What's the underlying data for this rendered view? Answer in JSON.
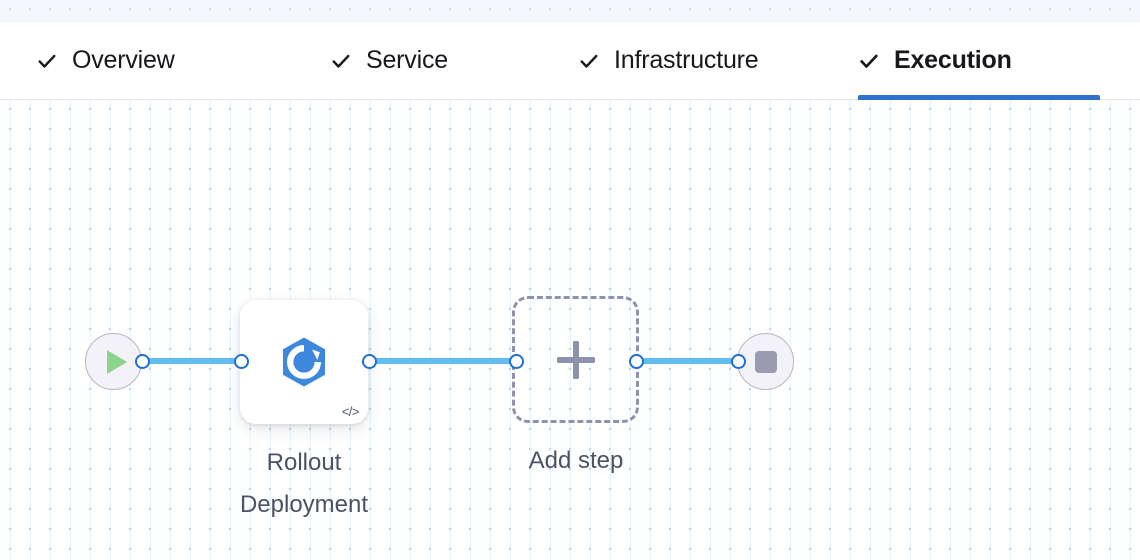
{
  "wizard": {
    "tabs": [
      {
        "id": "overview",
        "label": "Overview",
        "icon": "check-icon",
        "completed": true,
        "active": false
      },
      {
        "id": "service",
        "label": "Service",
        "icon": "check-icon",
        "completed": true,
        "active": false
      },
      {
        "id": "infrastructure",
        "label": "Infrastructure",
        "icon": "check-icon",
        "completed": true,
        "active": false
      },
      {
        "id": "execution",
        "label": "Execution",
        "icon": "check-icon",
        "completed": true,
        "active": true
      }
    ],
    "active_tab_underline_color": "#2f72cd"
  },
  "pipeline": {
    "start_node": {
      "icon": "play-icon",
      "icon_color": "#8cd48c",
      "circle_color": "#f3f2f8",
      "border_color": "#b7b3c8"
    },
    "steps": [
      {
        "id": "rollout-deployment",
        "label": "Rollout\nDeployment",
        "icon": "rollout-deployment-icon",
        "icon_color": "#3d87dd",
        "badge_icon": "code-icon",
        "badge_label": "</>"
      },
      {
        "id": "add-step",
        "label": "Add step",
        "icon": "plus-icon",
        "icon_color": "#8e92ad",
        "placeholder": true
      }
    ],
    "end_node": {
      "icon": "stop-icon",
      "icon_color": "#9b9bb0",
      "circle_color": "#f3f2f8",
      "border_color": "#b7b3c8"
    },
    "edges": [
      {
        "id": "edge-start-rollout",
        "from": "start",
        "to": "rollout-deployment"
      },
      {
        "id": "edge-rollout-addstep",
        "from": "rollout-deployment",
        "to": "add-step"
      },
      {
        "id": "edge-addstep-end",
        "from": "add-step",
        "to": "end"
      }
    ],
    "edge_color": "#62bdf1",
    "handle_border_color": "#1f6fd8",
    "canvas_background": "#ffffff",
    "canvas_dot_color": "#c3cbd6"
  }
}
